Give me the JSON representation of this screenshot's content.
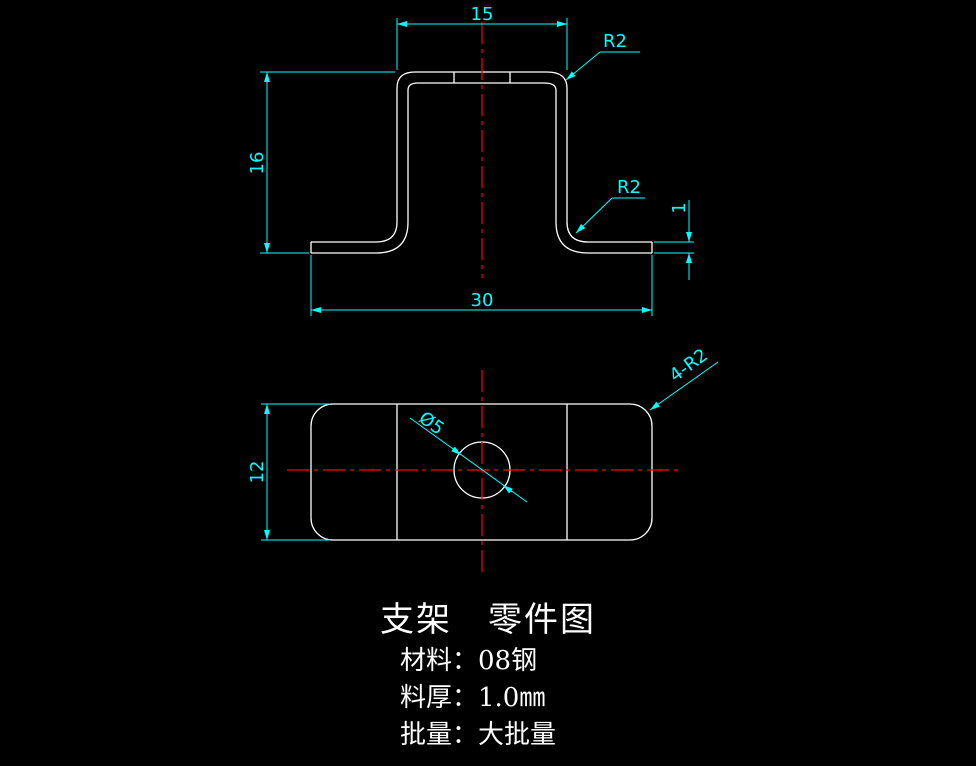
{
  "drawing": {
    "dimensions": {
      "top_width": "15",
      "total_width": "30",
      "height": "16",
      "bend_radius_top": "R2",
      "bend_radius_bottom": "R2",
      "thickness": "1",
      "plate_width": "12",
      "hole_diameter": "Ø5",
      "corner_radius": "4-R2"
    },
    "colors": {
      "outline": "#ffffff",
      "dimension": "#00ffff",
      "centerline": "#ff0000",
      "background": "#000000"
    }
  },
  "caption": {
    "title": "支架　零件图",
    "material": "材料：08钢",
    "thickness": "料厚：1.0㎜",
    "batch": "批量：大批量"
  }
}
